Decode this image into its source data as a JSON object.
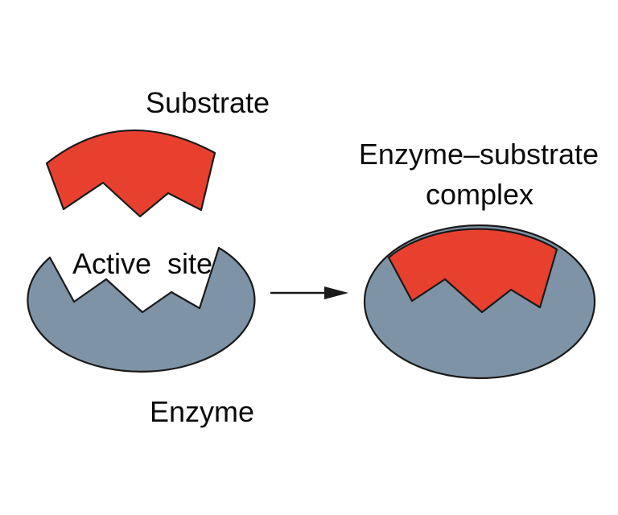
{
  "diagram": {
    "labels": {
      "substrate": "Substrate",
      "active_site": "Active site",
      "enzyme": "Enzyme",
      "complex_line1": "Enzyme–substrate",
      "complex_line2": "complex"
    },
    "icons": {
      "reaction_arrow": "right-arrow"
    },
    "colors": {
      "substrate_fill": "#E8402E",
      "enzyme_fill": "#7E93A6",
      "outline": "#1A1A1A",
      "text": "#0A0A0A",
      "background": "#FFFFFF"
    }
  }
}
